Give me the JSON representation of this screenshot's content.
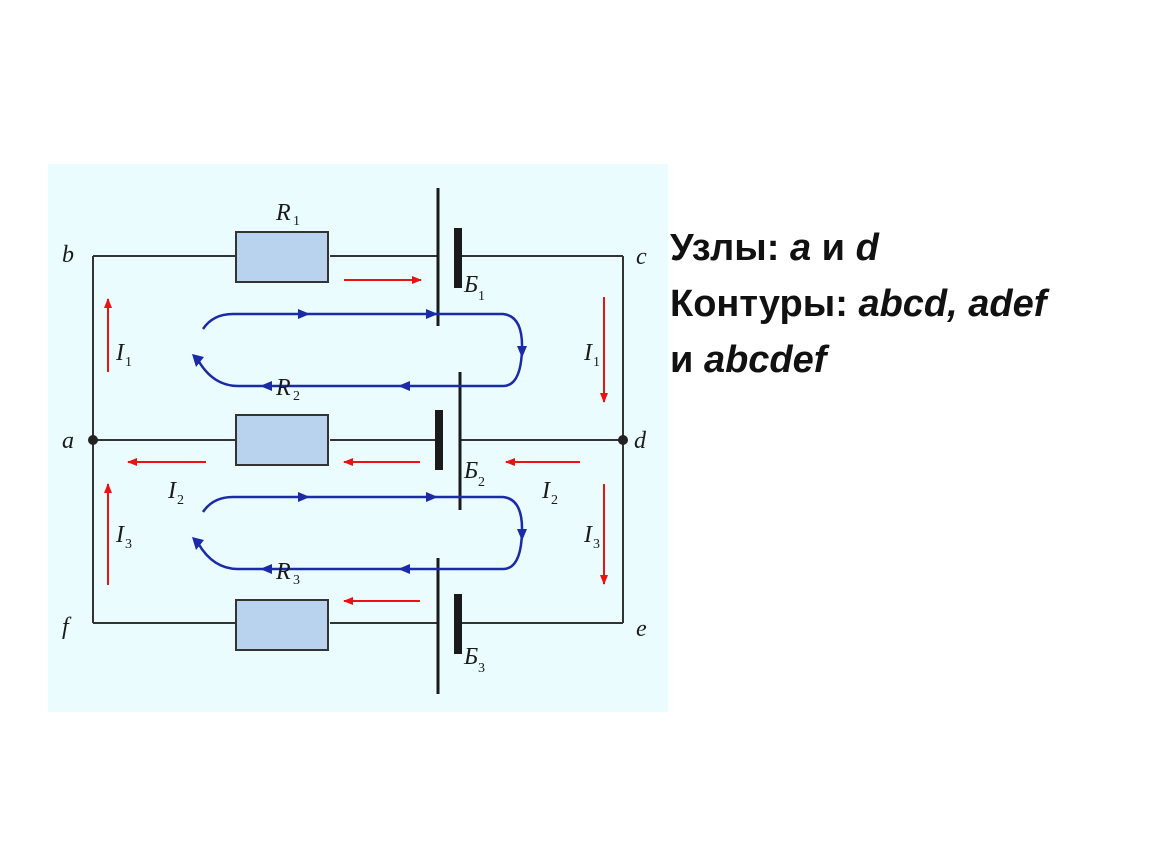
{
  "diagram": {
    "nodes": {
      "a": "a",
      "b": "b",
      "c": "c",
      "d": "d",
      "e": "e",
      "f": "f"
    },
    "resistors": [
      {
        "letter": "R",
        "sub": "1"
      },
      {
        "letter": "R",
        "sub": "2"
      },
      {
        "letter": "R",
        "sub": "3"
      }
    ],
    "batteries": [
      {
        "letter": "Б",
        "sub": "1"
      },
      {
        "letter": "Б",
        "sub": "2"
      },
      {
        "letter": "Б",
        "sub": "3"
      }
    ],
    "currents": [
      {
        "letter": "I",
        "sub": "1"
      },
      {
        "letter": "I",
        "sub": "2"
      },
      {
        "letter": "I",
        "sub": "3"
      }
    ],
    "plus": "+",
    "minus": "–",
    "colors": {
      "background": "#eafcfd",
      "wire": "#333333",
      "resistor_fill": "#b9d3ee",
      "current_arrow": "#ee1111",
      "loop_arrow": "#1a2aa8",
      "plus": "#ee1111",
      "minus": "#1a2aa8"
    }
  },
  "caption": {
    "nodes_label": "Узлы:",
    "nodes_a": "a",
    "nodes_and": "и",
    "nodes_d": "d",
    "contours_label": "Контуры:",
    "contour_1": "abcd",
    "comma": ",",
    "contour_2": "adef",
    "and_word": "и",
    "contour_3": "abcdef"
  }
}
